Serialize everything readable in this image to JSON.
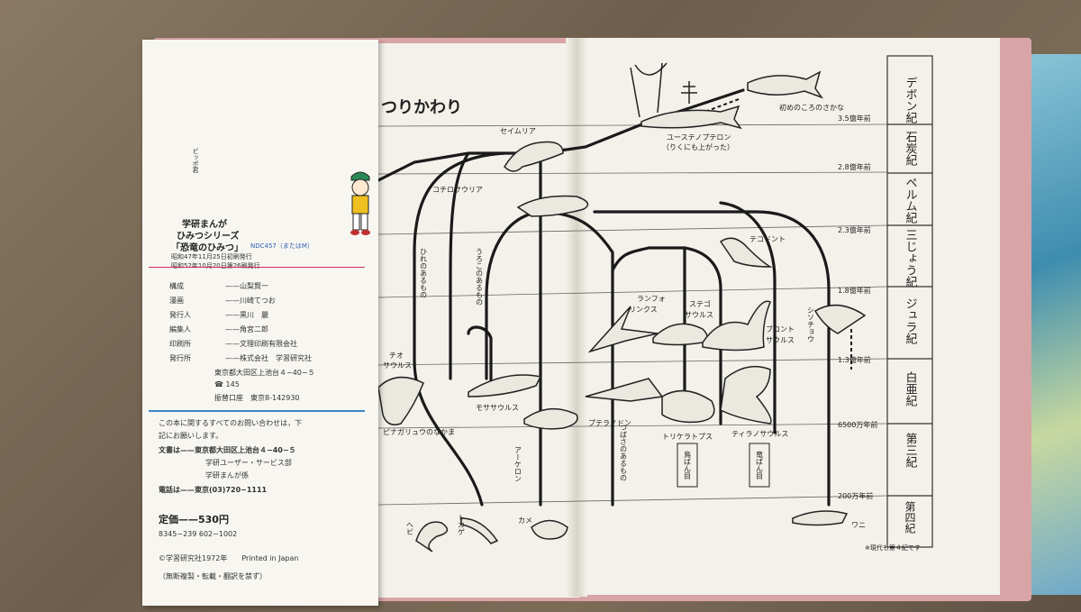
{
  "flap": {
    "mascot_label": "ピッポ君",
    "series_lines": [
      "学研まんが",
      "ひみつシリーズ",
      "「恐竜のひみつ」"
    ],
    "ndc": "NDC457（またはM）",
    "print_lines": [
      "昭和47年11月25日初刷発行",
      "昭和52年10月20日第26刷発行"
    ],
    "credits": [
      {
        "role": "構成",
        "sep": "——",
        "name": "山梨賢一"
      },
      {
        "role": "漫画",
        "sep": "——",
        "name": "川崎てつお"
      },
      {
        "role": "発行人",
        "sep": "——",
        "name": "黒川　嚴"
      },
      {
        "role": "編集人",
        "sep": "——",
        "name": "角宮二郎"
      },
      {
        "role": "印刷所",
        "sep": "——",
        "name": "文理印刷有限会社"
      },
      {
        "role": "発行所",
        "sep": "——",
        "name": "株式会社　学習研究社"
      }
    ],
    "address": "東京都大田区上池台４−40−５",
    "phone_id": "145",
    "furikae": "振替口座　東京8-142930",
    "inquiry_lines": [
      "この本に関するすべてのお問い合わせは，下",
      "記にお願いします。"
    ],
    "doc_lines": [
      "文書は——東京都大田区上池台４−40−５",
      "学研ユーザー・サービス部",
      "学研まんが係"
    ],
    "tel_line": "電話は——東京(03)720−1111",
    "price": "定価——530円",
    "code": "8345−239 602−1002",
    "copyright": "©学習研究社1972年　　Printed in Japan",
    "notice": "（無断複製・転載・翻訳を禁ず）"
  },
  "chart": {
    "heading": "うつりかわり",
    "periods": [
      "デボン紀",
      "石炭紀",
      "ペルム紀",
      "三じょう紀",
      "ジュラ紀",
      "白亜紀",
      "第三紀",
      "第四紀"
    ],
    "time_marks": [
      "3.5億年前",
      "2.8億年前",
      "2.3億年前",
      "1.8億年前",
      "1.3億年前",
      "6500万年前",
      "200万年前"
    ],
    "first_fish": "初めのころのさかな",
    "eustheno": "ユーステノプテロン",
    "eustheno_note": "（りくにも上がった）",
    "seymouria": "セイムリア",
    "cotylosaur": "コチロサウリア",
    "fin_line": "ひれのあるもの",
    "scale_line": "うろこのあるもの",
    "wing_line": "つばさのあるもの",
    "tecodont": "テコドント",
    "rhamph_1": "ランフォ",
    "rhamph_2": "リンクス",
    "stego_1": "ステゴ",
    "stego_2": "サウルス",
    "bronto_1": "ブロント",
    "bronto_2": "サウルス",
    "archaeo": "シソチョウ",
    "ichthyo_1": "チオ",
    "ichthyo_2": "サウルス",
    "plesio": "ピナガリュウのなかま",
    "mosa": "モササウルス",
    "archelon": "アーケロン",
    "ptera": "プテラノドン",
    "tricera": "トリケラトプス",
    "tyranno": "ティラノサウルス",
    "bird_hips": "鳥ばん目",
    "lizard_hips": "竜ばん目",
    "snake": "ヘビ",
    "lizard": "トカゲ",
    "turtle": "カメ",
    "croc": "ワニ",
    "footnote": "※現代も第４紀です"
  }
}
